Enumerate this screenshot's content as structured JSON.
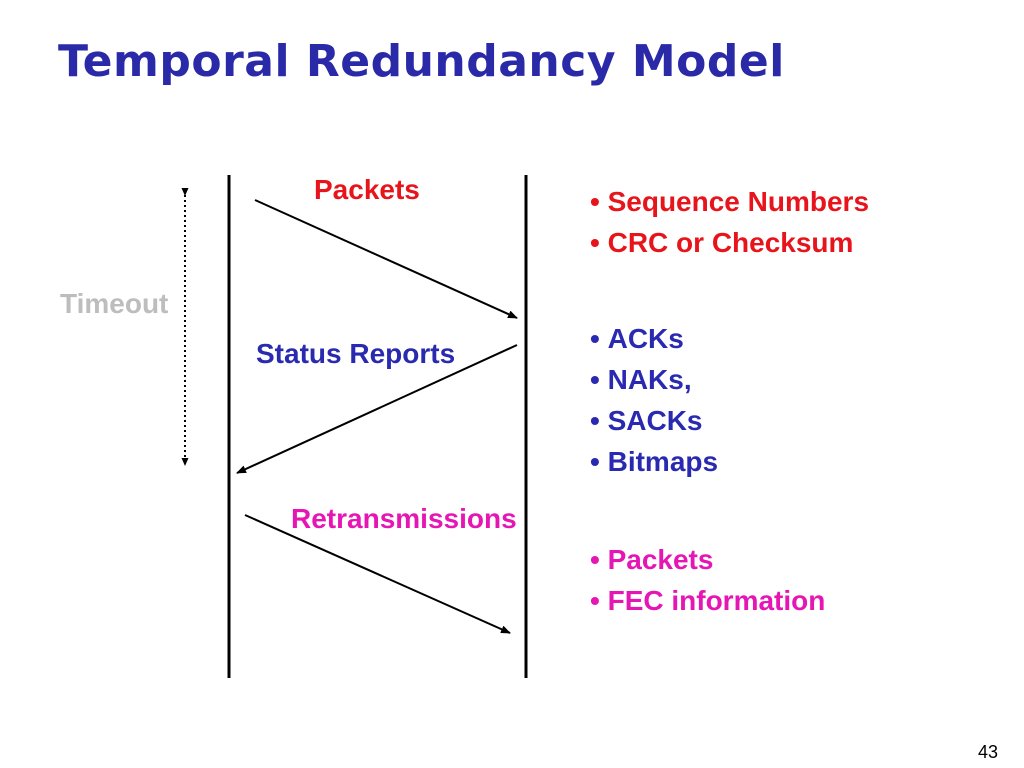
{
  "slide": {
    "title": "Temporal Redundancy Model",
    "page_number": "43"
  },
  "diagram": {
    "timeout_label": "Timeout",
    "packets_label": "Packets",
    "status_reports_label": "Status Reports",
    "retransmissions_label": "Retransmissions"
  },
  "bullets": {
    "packet_fields": [
      "Sequence Numbers",
      "CRC or Checksum"
    ],
    "status_report_types": [
      "ACKs",
      "NAKs,",
      "SACKs",
      "Bitmaps"
    ],
    "retransmission_contents": [
      "Packets",
      "FEC information"
    ]
  },
  "colors": {
    "title": "#2a2aa8",
    "packets": "#e8141b",
    "status_reports": "#2a2ab0",
    "retransmissions": "#e616b4",
    "timeout": "#bdbdbd"
  }
}
